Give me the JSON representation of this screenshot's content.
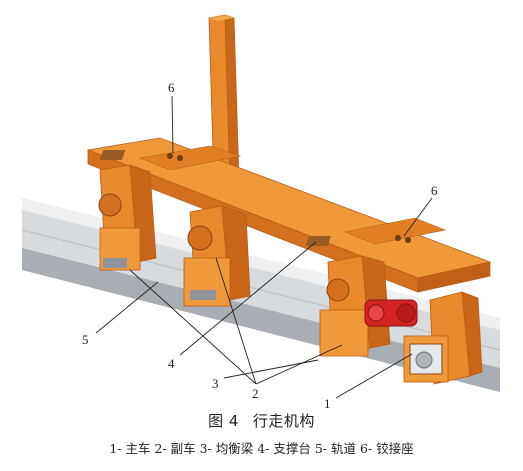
{
  "callouts": {
    "c1": "1",
    "c2": "2",
    "c3": "3",
    "c4": "4",
    "c5": "5",
    "c6a": "6",
    "c6b": "6"
  },
  "caption": {
    "figure_number": "图 4",
    "title": "行走机构"
  },
  "legend": "1- 主车  2- 副车  3- 均衡梁  4- 支撑台  5- 轨道  6- 铰接座",
  "colors": {
    "frame": "#e8892b",
    "frame_dark": "#c8661a",
    "frame_light": "#f4a54a",
    "rail": "#c9cdd2",
    "rail_dark": "#8d9399",
    "motor": "#d42424"
  }
}
